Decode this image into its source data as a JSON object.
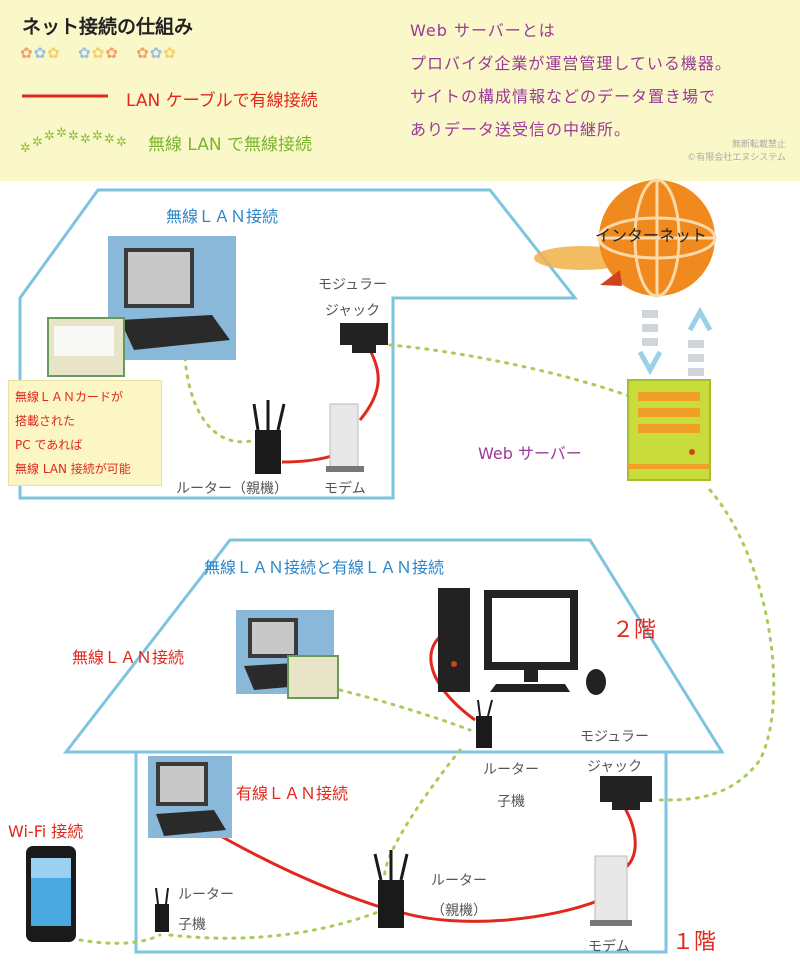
{
  "legend": {
    "title": "ネット接続の仕組み",
    "wired_label": "LAN ケーブルで有線接続",
    "wireless_label": "無線 LAN で無線接続",
    "web_server_note": [
      "Web サーバーとは",
      "プロバイダ企業が運営管理している機器。",
      "サイトの構成情報などのデータ置き場で",
      "ありデータ送受信の中継所。"
    ],
    "copyright": [
      "無断転載禁止",
      "©有限会社エヌシステム"
    ]
  },
  "top_house": {
    "title": "無線ＬＡＮ接続",
    "card_note": [
      "無線ＬＡＮカードが",
      "搭載された",
      "PC であれば",
      "無線 LAN 接続が可能"
    ],
    "modular_jack": [
      "モジュラー",
      "ジャック"
    ],
    "router": "ルーター（親機）",
    "modem": "モデム"
  },
  "internet": {
    "label": "インターネット"
  },
  "web_server": {
    "label": "Web サーバー"
  },
  "floor2": {
    "title": "無線ＬＡＮ接続と有線ＬＡＮ接続",
    "floor": "２階",
    "wireless": "無線ＬＡＮ接続",
    "router_child": [
      "ルーター",
      "子機"
    ],
    "modular_jack": [
      "モジュラー",
      "ジャック"
    ]
  },
  "floor1": {
    "floor": "１階",
    "wired": "有線ＬＡＮ接続",
    "wifi": "Wi-Fi 接続",
    "router_child": [
      "ルーター",
      "子機"
    ],
    "router_parent": [
      "ルーター",
      "（親機）"
    ],
    "modem": "モデム"
  },
  "colors": {
    "cable": "#e0281e",
    "wireless": "#8fc03a",
    "house_outline": "#7ec4e0",
    "server": "#c8dc3c",
    "globe": "#f08a1e"
  }
}
